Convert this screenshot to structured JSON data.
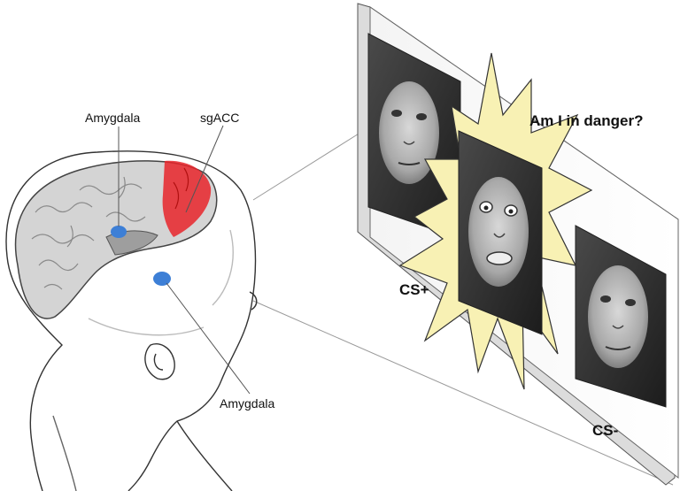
{
  "labels": {
    "amygdala_upper": "Amygdala",
    "sgacc": "sgACC",
    "amygdala_lower": "Amygdala",
    "question": "Am I in danger?",
    "cs_plus": "CS+",
    "cs_minus": "CS-"
  },
  "colors": {
    "sgacc_region": "#e8242a",
    "amygdala": "#3d7fd6",
    "starburst": "#f8f1b4",
    "outline": "#333333"
  }
}
